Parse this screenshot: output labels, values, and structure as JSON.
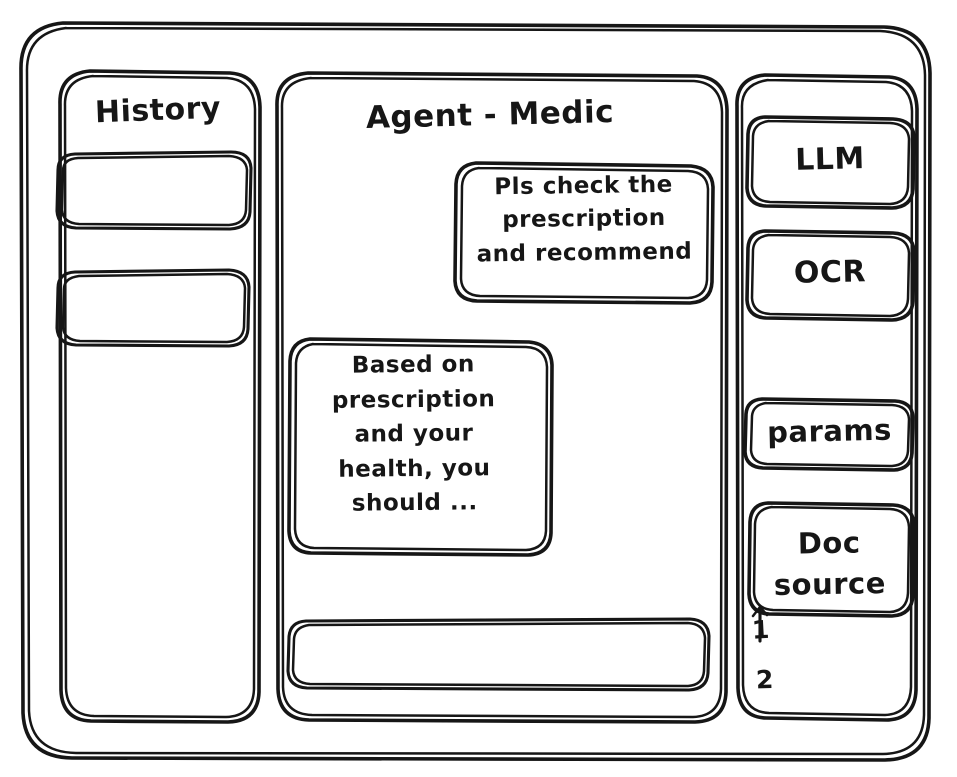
{
  "meta": {
    "style": "hand-drawn wireframe sketch",
    "stroke_color": "#161616",
    "background_color": "#ffffff"
  },
  "window": {
    "frame_label": "app-window"
  },
  "sidebar": {
    "title": "History",
    "items": [
      {
        "label": "",
        "name": "history-item-1"
      },
      {
        "label": "",
        "name": "history-item-2"
      }
    ]
  },
  "main": {
    "title": "Agent - Medic",
    "messages": [
      {
        "role": "user",
        "text": "Pls check the\nprescription\nand recommend"
      },
      {
        "role": "agent",
        "text": "Based on\nprescription\nand your\nhealth, you\nshould ..."
      }
    ],
    "composer": {
      "value": "",
      "placeholder": ""
    }
  },
  "tools": {
    "buttons": [
      {
        "label": "LLM",
        "name": "tool-button-llm"
      },
      {
        "label": "OCR",
        "name": "tool-button-ocr"
      },
      {
        "label": "params",
        "name": "tool-button-params"
      },
      {
        "label": "Doc\nsource",
        "name": "tool-button-doc-source"
      }
    ],
    "doc_list": [
      {
        "label": "1"
      },
      {
        "label": "2"
      }
    ]
  }
}
